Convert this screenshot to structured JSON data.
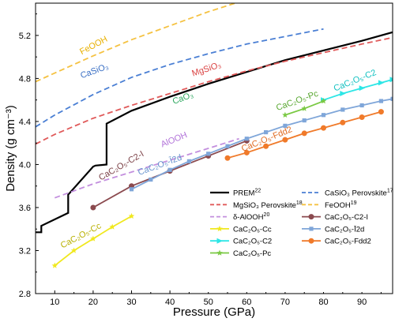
{
  "chart_data": {
    "type": "line",
    "xlabel": "Pressure (GPa)",
    "ylabel": "Density (g cm⁻³)",
    "xlim": [
      5,
      98
    ],
    "ylim": [
      2.8,
      5.5
    ],
    "xticks": [
      10,
      20,
      30,
      40,
      50,
      60,
      70,
      80,
      90
    ],
    "yticks": [
      2.8,
      3.2,
      3.6,
      4.0,
      4.4,
      4.8,
      5.2
    ],
    "xtick_labels": [
      "10",
      "20",
      "30",
      "40",
      "50",
      "60",
      "70",
      "80",
      "90"
    ],
    "ytick_labels": [
      "2.8",
      "3.2",
      "3.6",
      "4.0",
      "4.4",
      "4.8",
      "5.2"
    ],
    "grid": false,
    "legend_position": "bottom-right",
    "series": [
      {
        "name": "PREM",
        "sup": "22",
        "color": "#000000",
        "dash": "solid",
        "marker": "none",
        "x": [
          5,
          6.5,
          6.5,
          13.5,
          13.5,
          20,
          20.6,
          23.5,
          23.5,
          30,
          40,
          50,
          60,
          70,
          80,
          90,
          98
        ],
        "y": [
          3.37,
          3.37,
          3.43,
          3.55,
          3.72,
          3.98,
          3.99,
          4.0,
          4.38,
          4.5,
          4.63,
          4.75,
          4.86,
          4.97,
          5.06,
          5.15,
          5.23
        ]
      },
      {
        "name": "CaSiO₃ Perovskite",
        "sup": "17",
        "color": "#4a7fd4",
        "dash": "dashed",
        "marker": "none",
        "x": [
          5,
          10,
          20,
          30,
          40,
          50,
          60,
          70,
          80
        ],
        "y": [
          4.35,
          4.46,
          4.65,
          4.81,
          4.93,
          5.03,
          5.12,
          5.19,
          5.26
        ]
      },
      {
        "name": "MgSiO₃ Perovskite",
        "sup": "18",
        "color": "#e05a5a",
        "dash": "dashed",
        "marker": "none",
        "x": [
          5,
          10,
          20,
          30,
          40,
          50,
          60,
          70,
          80,
          90,
          98
        ],
        "y": [
          4.19,
          4.28,
          4.43,
          4.55,
          4.66,
          4.77,
          4.87,
          4.96,
          5.04,
          5.12,
          5.18
        ]
      },
      {
        "name": "FeOOH",
        "sup": "19",
        "color": "#f5c242",
        "dash": "dashed",
        "marker": "none",
        "x": [
          5,
          10,
          20,
          30,
          40,
          50,
          57
        ],
        "y": [
          4.77,
          4.85,
          5.01,
          5.16,
          5.29,
          5.42,
          5.5
        ]
      },
      {
        "name": "δ-AlOOH",
        "sup": "20",
        "color": "#c38fde",
        "dash": "dashed",
        "marker": "none",
        "x": [
          10,
          20,
          30,
          40,
          50,
          58
        ],
        "y": [
          3.69,
          3.82,
          3.93,
          4.04,
          4.15,
          4.24
        ]
      },
      {
        "name": "CaC₂O₅-C2-I",
        "sup": "",
        "color": "#8b4a4f",
        "dash": "solid",
        "marker": "circle",
        "x": [
          20,
          30,
          40,
          50,
          60
        ],
        "y": [
          3.6,
          3.8,
          3.94,
          4.08,
          4.22
        ]
      },
      {
        "name": "CaC₂O₅-Cc",
        "sup": "",
        "color": "#f0e81e",
        "dash": "solid",
        "marker": "star",
        "x": [
          10,
          15,
          20,
          25,
          30
        ],
        "y": [
          3.06,
          3.2,
          3.31,
          3.42,
          3.52
        ]
      },
      {
        "name": "CaC₂O₅-Ī2d",
        "sup": "",
        "color": "#7fa6d9",
        "dash": "solid",
        "marker": "square",
        "x": [
          30,
          35,
          40,
          45,
          50,
          55,
          60,
          65,
          70,
          75,
          80,
          85,
          90,
          95,
          98
        ],
        "y": [
          3.77,
          3.86,
          3.95,
          4.03,
          4.1,
          4.17,
          4.24,
          4.3,
          4.36,
          4.41,
          4.46,
          4.51,
          4.55,
          4.59,
          4.61
        ]
      },
      {
        "name": "CaC₂O₅-C2",
        "sup": "",
        "color": "#2de6e6",
        "dash": "solid",
        "marker": "triangle-right",
        "x": [
          80,
          85,
          90,
          95,
          98
        ],
        "y": [
          4.6,
          4.66,
          4.71,
          4.76,
          4.79
        ]
      },
      {
        "name": "CaC₂O₅-Fdd2",
        "sup": "",
        "color": "#f07a2a",
        "dash": "solid",
        "marker": "circle",
        "x": [
          55,
          60,
          65,
          70,
          75,
          80,
          85,
          90,
          95
        ],
        "y": [
          4.06,
          4.11,
          4.17,
          4.23,
          4.29,
          4.34,
          4.39,
          4.44,
          4.49
        ]
      },
      {
        "name": "CaC₂O₅-Pc",
        "sup": "",
        "color": "#7ac943",
        "dash": "solid",
        "marker": "star",
        "x": [
          70,
          75,
          80
        ],
        "y": [
          4.46,
          4.52,
          4.59
        ]
      }
    ],
    "annotations": [
      {
        "text": "FeOOH",
        "color": "#e8b000",
        "x": 17,
        "y": 5.02,
        "rotate": -28
      },
      {
        "text": "CaSiO₃",
        "color": "#3a6fc4",
        "x": 17,
        "y": 4.8,
        "rotate": -20
      },
      {
        "text": "MgSiO₃",
        "color": "#d94040",
        "x": 46,
        "y": 4.82,
        "rotate": -18
      },
      {
        "text": "CaO₃",
        "color": "#2ea860",
        "x": 41,
        "y": 4.56,
        "rotate": -20
      },
      {
        "text": "AlOOH",
        "color": "#b070d8",
        "x": 38,
        "y": 4.16,
        "rotate": -22
      },
      {
        "text": "CaC₂O₅-C2-I",
        "color": "#7a3f45",
        "x": 22,
        "y": 3.85,
        "rotate": -30
      },
      {
        "text": "CaC₂O₅-Ī2d",
        "color": "#6a96cf",
        "x": 32,
        "y": 3.9,
        "rotate": -20
      },
      {
        "text": "CaC₂O₅-Fdd2",
        "color": "#e06a20",
        "x": 59,
        "y": 4.12,
        "rotate": -22
      },
      {
        "text": "CaC₂O₅-Pc",
        "color": "#5aa832",
        "x": 68,
        "y": 4.5,
        "rotate": -20
      },
      {
        "text": "CaC₂O₅-C2",
        "color": "#10c0c0",
        "x": 83,
        "y": 4.68,
        "rotate": -22
      },
      {
        "text": "CaC₂O₅-Cc",
        "color": "#b8b000",
        "x": 12,
        "y": 3.22,
        "rotate": -28
      }
    ]
  }
}
